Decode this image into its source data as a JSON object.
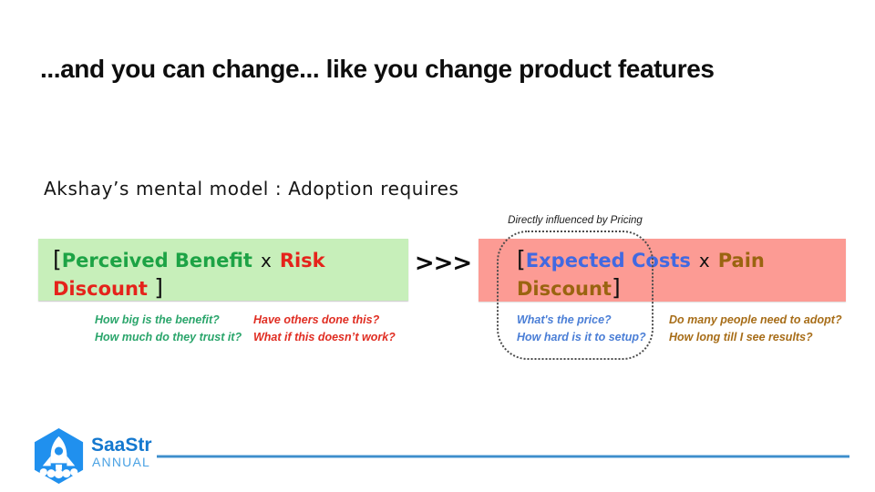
{
  "colors": {
    "left_box_bg": "#c7efba",
    "right_box_bg": "#fc9b94",
    "term_green": "#1da345",
    "term_red": "#e5231b",
    "term_blue": "#4169e1",
    "term_brown": "#9a6410",
    "q_green": "#2aa56b",
    "q_red": "#e02d22",
    "q_blue": "#4a7ed6",
    "q_brown": "#a76d18",
    "brand_blue": "#1478cf",
    "brand_light_blue": "#4aa2e4",
    "hexagon_blue": "#2090ee",
    "footer_line": "#3d8ecb"
  },
  "slide": {
    "title": "...and you can change... like you change product features",
    "subtitle": "Akshay’s mental model : Adoption requires",
    "comparator": ">>>",
    "annotation": "Directly influenced by Pricing",
    "left_box": {
      "open_bracket": "[",
      "term1": "Perceived Benefit",
      "operator": "x",
      "term2_line1": "Risk",
      "term2_line2": "Discount",
      "close_bracket": "]",
      "questions_primary": [
        "How big is the benefit?",
        "How much do they trust it?"
      ],
      "questions_secondary": [
        "Have others done this?",
        "What if this doesn’t work?"
      ]
    },
    "right_box": {
      "open_bracket": "[",
      "term1": "Expected Costs",
      "operator": "x",
      "term2_line1": "Pain",
      "term2_line2": "Discount",
      "close_bracket": "]",
      "questions_primary": [
        "What's the price?",
        "How hard is it to setup?"
      ],
      "questions_secondary": [
        "Do many people need to adopt?",
        "How long till I see results?"
      ]
    },
    "footer": {
      "brand": "SaaStr",
      "brand_sub": "ANNUAL"
    }
  }
}
